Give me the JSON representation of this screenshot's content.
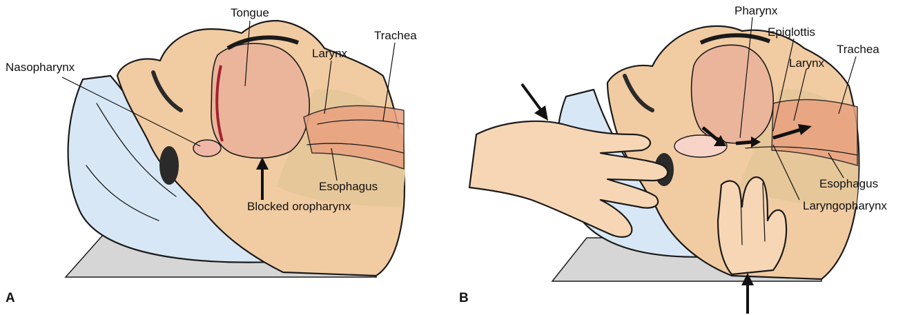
{
  "colors": {
    "skin": "#f1cba2",
    "neck_tan": "#e6c79a",
    "pillow": "#d7e7f5",
    "pillow_shadow": "#b9d1ea",
    "tongue": "#eab59a",
    "airway_pink": "#f0b7a6",
    "trachea_orange": "#e9a17f",
    "table": "#d6d6d6",
    "hair": "#2a2a2a"
  },
  "panel_a": {
    "panel_label": "A",
    "labels": {
      "tongue": "Tongue",
      "larynx": "Larynx",
      "trachea": "Trachea",
      "nasopharynx": "Nasopharynx",
      "esophagus": "Esophagus",
      "blocked": "Blocked oropharynx"
    }
  },
  "panel_b": {
    "panel_label": "B",
    "labels": {
      "pharynx": "Pharynx",
      "epiglottis": "Epiglottis",
      "larynx": "Larynx",
      "trachea": "Trachea",
      "esophagus": "Esophagus",
      "laryngopharynx": "Laryngopharynx"
    }
  }
}
